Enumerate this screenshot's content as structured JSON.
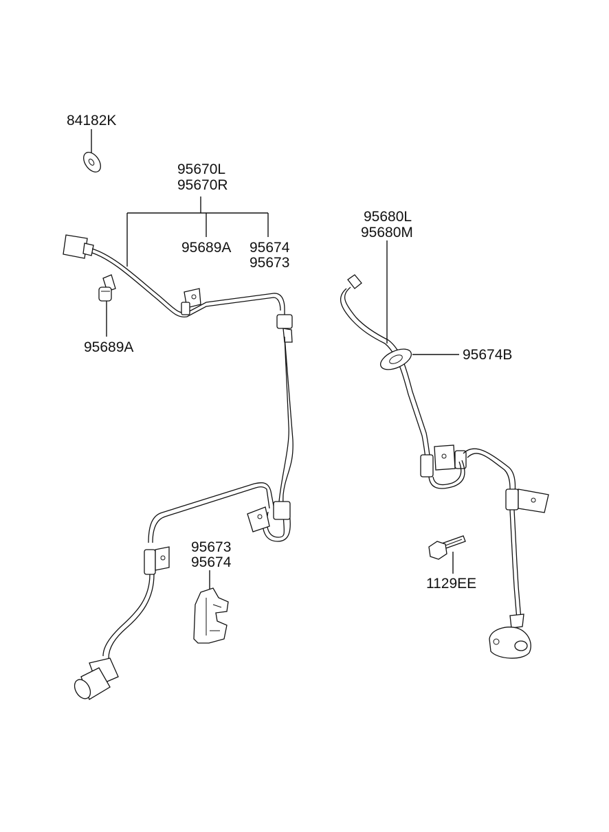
{
  "labels": {
    "washer": "84182K",
    "front_sensor_l": "95670L",
    "front_sensor_r": "95670R",
    "clip_top": "95689A",
    "bracket_top_a": "95674",
    "bracket_top_b": "95673",
    "clip_left": "95689A",
    "rear_sensor_l": "95680L",
    "rear_sensor_m": "95680M",
    "grommet": "95674B",
    "bracket_mid_a": "95673",
    "bracket_mid_b": "95674",
    "bolt": "1129EE"
  }
}
